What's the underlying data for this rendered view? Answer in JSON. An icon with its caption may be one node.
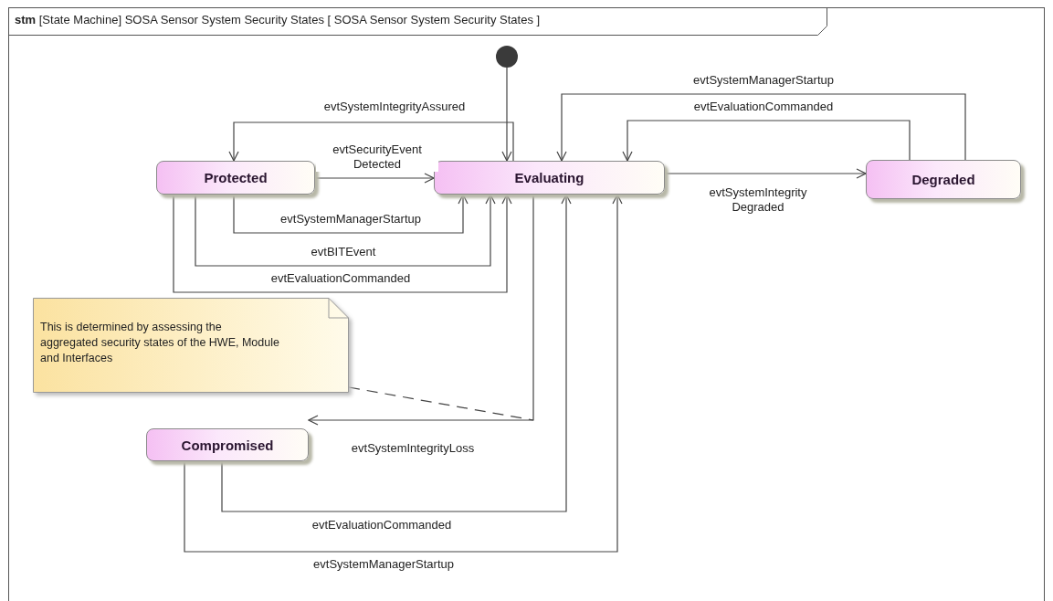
{
  "diagram": {
    "title": "**stm** [State Machine] SOSA Sensor System Security States [ SOSA Sensor System Security States ]",
    "nodes": [
      {
        "text": [],
        "shape": "circle"
      },
      {
        "text": [
          "Protected"
        ]
      },
      {
        "text": [
          "Evaluating"
        ]
      },
      {
        "text": [
          "Degraded"
        ]
      },
      {
        "text": [
          "This is determined by assessing the aggregated security states of the HWE, Module and Interfaces"
        ]
      },
      {
        "text": [
          "Compromised"
        ]
      }
    ],
    "edges": [
      {
        "from": 0,
        "to": 2,
        "arrow": "to"
      },
      {
        "from": 2,
        "to": 1,
        "arrow": "to",
        "label": "evtSystemIntegrityAssured"
      },
      {
        "from": 1,
        "to": 2,
        "arrow": "to",
        "label": "evtSecurityEvent Detected"
      },
      {
        "from": 1,
        "to": 2,
        "arrow": "to",
        "label": "evtSystemManagerStartup"
      },
      {
        "from": 1,
        "to": 2,
        "arrow": "to",
        "label": "evtBITEvent"
      },
      {
        "from": 1,
        "to": 2,
        "arrow": "to",
        "label": "evtEvaluationCommanded"
      },
      {
        "from": 2,
        "to": 3,
        "arrow": "to",
        "label": "evtSystemIntegrity Degraded"
      },
      {
        "from": 3,
        "to": 2,
        "arrow": "to",
        "label": "evtSystemManagerStartup"
      },
      {
        "from": 3,
        "to": 2,
        "arrow": "to",
        "label": "evtEvaluationCommanded"
      },
      {
        "from": 2,
        "to": 5,
        "arrow": "to",
        "label": "evtSystemIntegrityLoss"
      },
      {
        "from": 5,
        "to": 2,
        "arrow": "to",
        "label": "evtEvaluationCommanded"
      },
      {
        "from": 5,
        "to": 2,
        "arrow": "to",
        "label": "evtSystemManagerStartup"
      },
      {
        "from": 4,
        "to": null,
        "arrow": "none",
        "style": "dashed"
      }
    ]
  }
}
